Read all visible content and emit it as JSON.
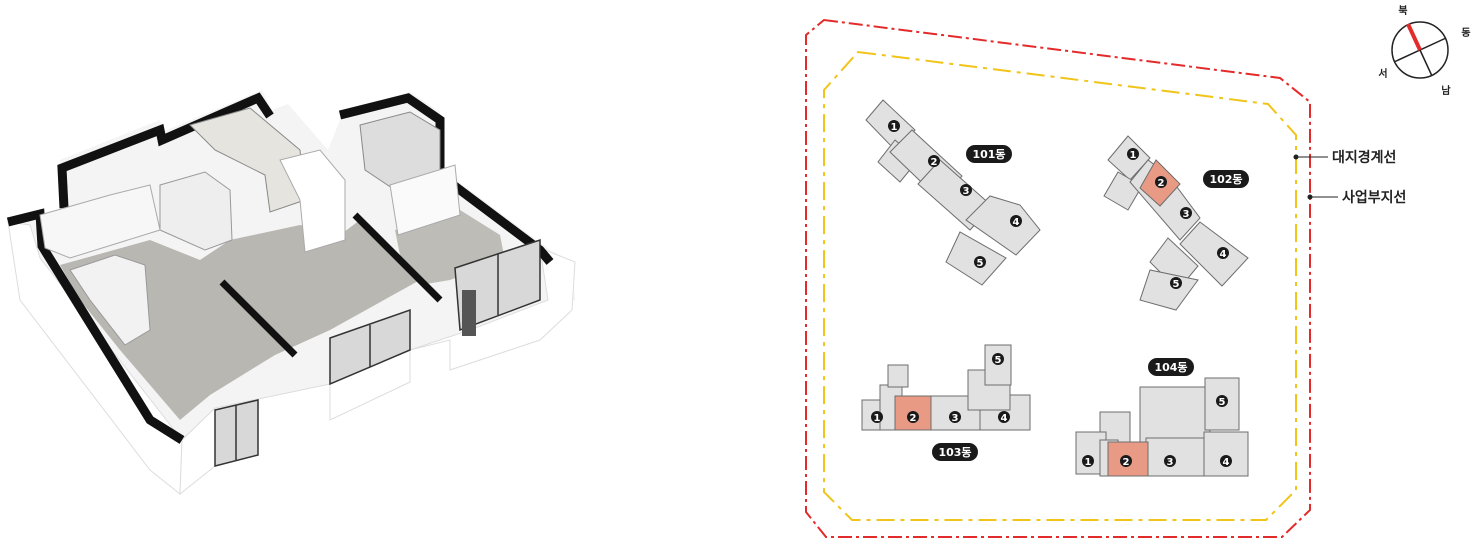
{
  "colors": {
    "boundary_line": "#e32b2b",
    "project_line": "#f0c419",
    "building_fill": "#e1e1e1",
    "building_stroke": "#6d6d6d",
    "highlight_unit": "#e89a85",
    "badge": "#1a1a1a"
  },
  "compass": {
    "north": "북",
    "east": "동",
    "west": "서",
    "south": "남"
  },
  "legend": {
    "site_boundary": "대지경계선",
    "project_site_line": "사업부지선"
  },
  "buildings": {
    "b101": {
      "label": "101동",
      "units": [
        "1",
        "2",
        "3",
        "4",
        "5"
      ]
    },
    "b102": {
      "label": "102동",
      "units": [
        "1",
        "2",
        "3",
        "4",
        "5"
      ],
      "highlight": "2"
    },
    "b103": {
      "label": "103동",
      "units": [
        "1",
        "2",
        "3",
        "4",
        "5"
      ],
      "highlight": "2"
    },
    "b104": {
      "label": "104동",
      "units": [
        "1",
        "2",
        "3",
        "4",
        "5"
      ],
      "highlight": "2"
    }
  },
  "floorplan": {
    "image": "isometric-3d-floor-plan"
  }
}
